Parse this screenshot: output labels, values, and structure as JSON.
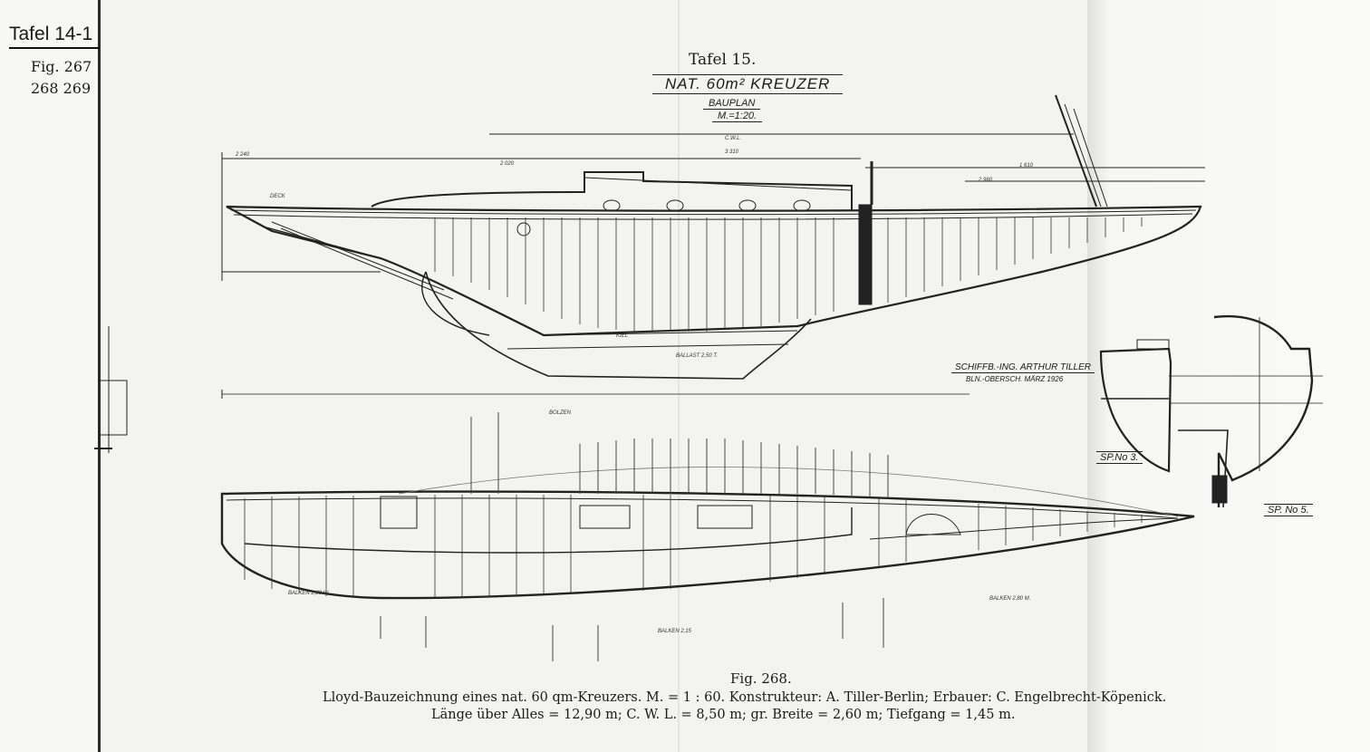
{
  "left_page": {
    "tafel": "Tafel 14-1",
    "fig_line1": "Fig. 267",
    "fig_line2": "268 269"
  },
  "plate": {
    "title": "Tafel 15.",
    "drawing_title": "NAT. 60m² KREUZER",
    "subtitle": "BAUPLAN",
    "scale": "M.=1:20.",
    "stamp": "SCHIFFB.-ING. ARTHUR TILLER",
    "stamp_sub": "BLN.-OBERSCH. MÄRZ 1926"
  },
  "annotations": {
    "cwl": "C.W.L.",
    "dim_top": "2 240",
    "dim_mid": "2 020",
    "dim_cabin": "3 310",
    "dim_fwd": "1 610",
    "dim_bow": "2 960",
    "deck": "DECK",
    "kiel": "KIEL",
    "ballast": "BALLAST 2,50 T.",
    "balken_left": "BALKEN 2,80 W.",
    "balken_right": "BALKEN 2,80 M.",
    "balken_mid": "BALKEN 2,15",
    "bolts": "BOLZEN"
  },
  "sections": {
    "sp3": "SP.No 3.",
    "sp5": "SP. No 5."
  },
  "caption": {
    "fig": "Fig. 268.",
    "line1": "Lloyd-Bauzeichnung eines nat. 60 qm-Kreuzers. M. = 1 : 60. Konstrukteur: A. Tiller-Berlin; Erbauer: C. Engelbrecht-Köpenick.",
    "line2": "Länge über Alles = 12,90 m; C. W. L. = 8,50 m; gr. Breite = 2,60 m; Tiefgang = 1,45 m."
  }
}
